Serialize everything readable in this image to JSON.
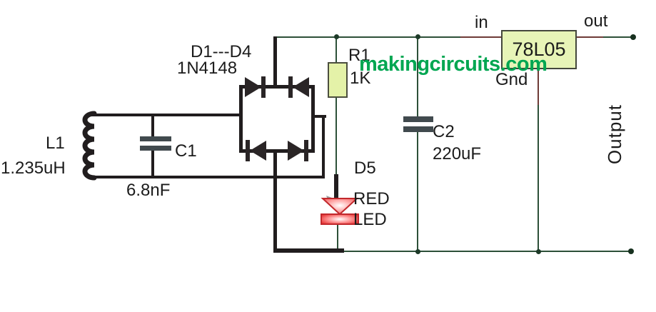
{
  "watermark": "makingcircuits.com",
  "components": {
    "coil": {
      "ref": "L1",
      "value": "1.235uH"
    },
    "c1": {
      "ref": "C1",
      "value": "6.8nF"
    },
    "bridge": {
      "ref": "D1---D4",
      "value": "1N4148"
    },
    "r1": {
      "ref": "R1",
      "value": "1K"
    },
    "led": {
      "ref": "D5",
      "line1": "RED",
      "line2": "LED"
    },
    "c2": {
      "ref": "C2",
      "value": "220uF"
    },
    "regulator": {
      "part": "78L05",
      "pin_in": "in",
      "pin_out": "out",
      "pin_gnd": "Gnd"
    }
  },
  "output_label": "Output",
  "colors": {
    "watermark_green": "#00a651",
    "wire_thick": "#211d1e",
    "wire_thin_green": "#2d5038",
    "pin_stub_red": "#6e3a36",
    "component_fill": "#e4f2a8",
    "capacitor_plate": "#414a4e",
    "led_red": "#e8262d"
  }
}
